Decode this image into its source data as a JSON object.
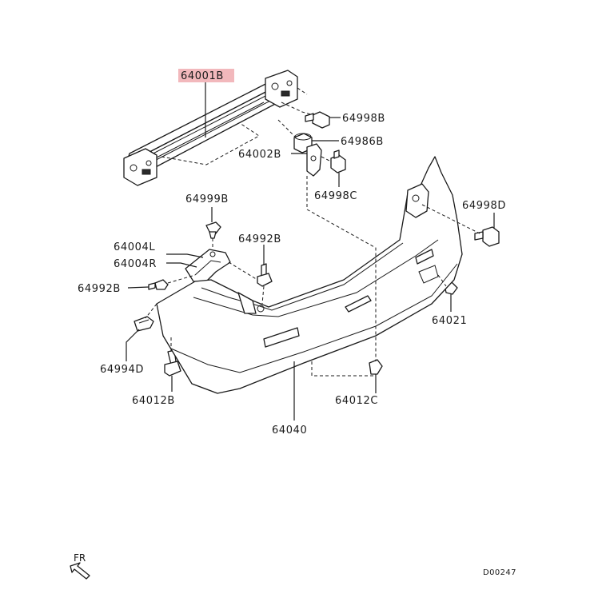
{
  "diagram_id": "D00247",
  "direction_label": "FR",
  "parts": [
    {
      "id": "p64001B",
      "label": "64001B",
      "highlighted": true
    },
    {
      "id": "p64998B",
      "label": "64998B"
    },
    {
      "id": "p64986B",
      "label": "64986B"
    },
    {
      "id": "p64002B",
      "label": "64002B"
    },
    {
      "id": "p64998C",
      "label": "64998C"
    },
    {
      "id": "p64999B",
      "label": "64999B"
    },
    {
      "id": "p64998D",
      "label": "64998D"
    },
    {
      "id": "p64992B_top",
      "label": "64992B"
    },
    {
      "id": "p64004L",
      "label": "64004L"
    },
    {
      "id": "p64004R",
      "label": "64004R"
    },
    {
      "id": "p64992B_left",
      "label": "64992B"
    },
    {
      "id": "p64021",
      "label": "64021"
    },
    {
      "id": "p64994D",
      "label": "64994D"
    },
    {
      "id": "p64012B",
      "label": "64012B"
    },
    {
      "id": "p64012C",
      "label": "64012C"
    },
    {
      "id": "p64040",
      "label": "64040"
    }
  ],
  "colors": {
    "highlight": "#f2b8bc",
    "line": "#1a1a1a",
    "background": "#ffffff"
  }
}
